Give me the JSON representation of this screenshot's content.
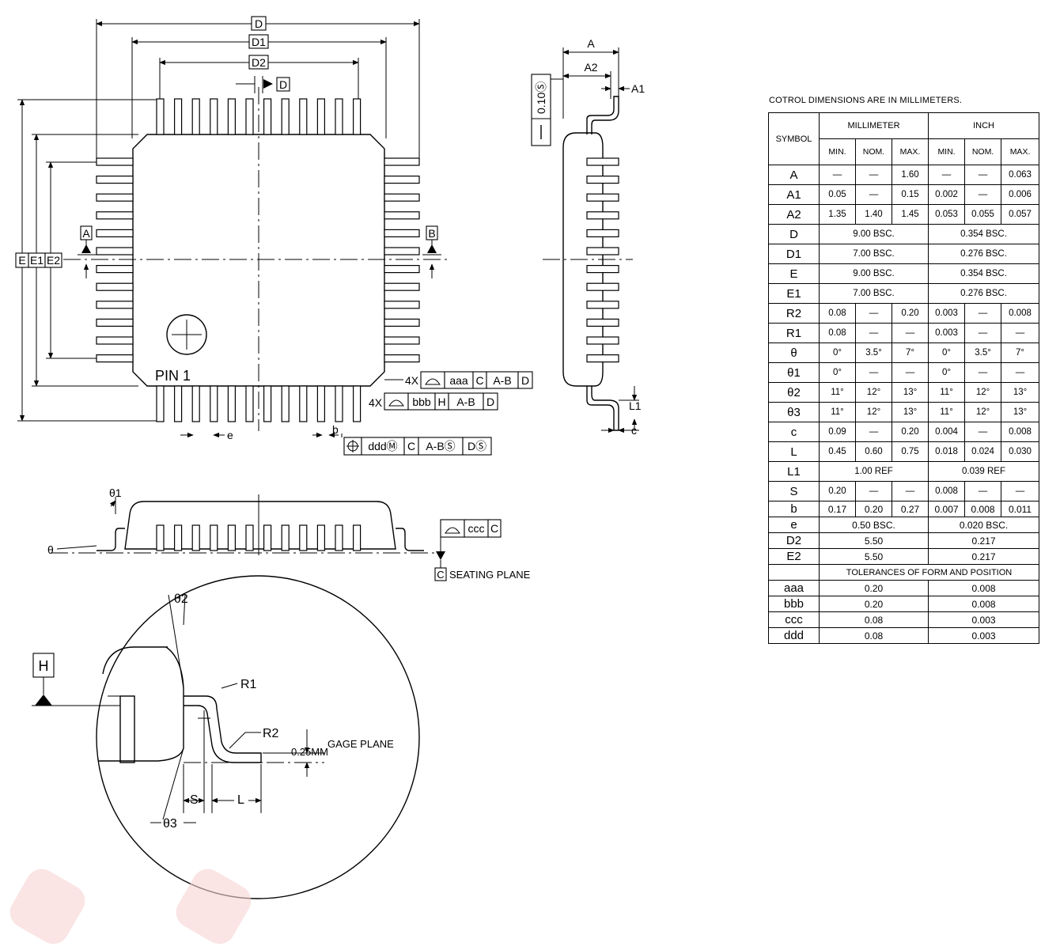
{
  "top_view": {
    "dim_D": "D",
    "dim_D1": "D1",
    "dim_D2": "D2",
    "datum_D": "D",
    "datum_A": "A",
    "datum_B": "B",
    "dim_E": "E",
    "dim_E1": "E1",
    "dim_E2": "E2",
    "pin1_label": "PIN 1",
    "lead_pitch_e": "e",
    "lead_width_b": "b",
    "fcf_aaa": {
      "count": "4X",
      "tol": "aaa",
      "datums": [
        "C",
        "A-B",
        "D"
      ]
    },
    "fcf_bbb": {
      "count": "4X",
      "tol": "bbb",
      "datums": [
        "H",
        "A-B",
        "D"
      ]
    },
    "fcf_ddd": {
      "tol": "dddⓂ",
      "datums": [
        "C",
        "A-BⓈ",
        "DⓈ"
      ]
    }
  },
  "side_view": {
    "dim_A": "A",
    "dim_A2": "A2",
    "dim_A1": "A1",
    "flatness": "0.10Ⓢ",
    "dim_L1": "L1",
    "dim_c": "c"
  },
  "front_view": {
    "theta1": "θ1",
    "theta": "θ",
    "fcf_ccc": {
      "tol": "ccc",
      "datum": "C"
    },
    "datum_C": "C",
    "seating_plane": "SEATING PLANE"
  },
  "detail": {
    "theta2": "θ2",
    "theta3": "θ3",
    "datum_H": "H",
    "r1": "R1",
    "r2": "R2",
    "gage_value": "0.25MM",
    "gage_plane": "GAGE PLANE",
    "dim_S": "S",
    "dim_L": "L"
  },
  "table": {
    "note": "COTROL DIMENSIONS ARE IN MILLIMETERS.",
    "symbol_header": "SYMBOL",
    "mm_header": "MILLIMETER",
    "inch_header": "INCH",
    "sub_headers": [
      "MIN.",
      "NOM.",
      "MAX.",
      "MIN.",
      "NOM.",
      "MAX."
    ],
    "rows": [
      {
        "sym": "A",
        "vals": [
          "—",
          "—",
          "1.60",
          "—",
          "—",
          "0.063"
        ]
      },
      {
        "sym": "A1",
        "vals": [
          "0.05",
          "—",
          "0.15",
          "0.002",
          "—",
          "0.006"
        ]
      },
      {
        "sym": "A2",
        "vals": [
          "1.35",
          "1.40",
          "1.45",
          "0.053",
          "0.055",
          "0.057"
        ]
      },
      {
        "sym": "D",
        "mm": "9.00 BSC.",
        "inch": "0.354 BSC."
      },
      {
        "sym": "D1",
        "mm": "7.00 BSC.",
        "inch": "0.276 BSC."
      },
      {
        "sym": "E",
        "mm": "9.00 BSC.",
        "inch": "0.354 BSC."
      },
      {
        "sym": "E1",
        "mm": "7.00 BSC.",
        "inch": "0.276 BSC."
      },
      {
        "sym": "R2",
        "vals": [
          "0.08",
          "—",
          "0.20",
          "0.003",
          "—",
          "0.008"
        ]
      },
      {
        "sym": "R1",
        "vals": [
          "0.08",
          "—",
          "—",
          "0.003",
          "—",
          "—"
        ]
      },
      {
        "sym": "θ",
        "vals": [
          "0°",
          "3.5°",
          "7°",
          "0°",
          "3.5°",
          "7°"
        ]
      },
      {
        "sym": "θ1",
        "vals": [
          "0°",
          "—",
          "—",
          "0°",
          "—",
          "—"
        ]
      },
      {
        "sym": "θ2",
        "vals": [
          "11°",
          "12°",
          "13°",
          "11°",
          "12°",
          "13°"
        ]
      },
      {
        "sym": "θ3",
        "vals": [
          "11°",
          "12°",
          "13°",
          "11°",
          "12°",
          "13°"
        ]
      },
      {
        "sym": "c",
        "vals": [
          "0.09",
          "—",
          "0.20",
          "0.004",
          "—",
          "0.008"
        ]
      },
      {
        "sym": "L",
        "vals": [
          "0.45",
          "0.60",
          "0.75",
          "0.018",
          "0.024",
          "0.030"
        ]
      },
      {
        "sym": "L1",
        "mm": "1.00 REF",
        "inch": "0.039 REF"
      },
      {
        "sym": "S",
        "vals": [
          "0.20",
          "—",
          "—",
          "0.008",
          "—",
          "—"
        ]
      },
      {
        "sym": "b",
        "small": true,
        "vals": [
          "0.17",
          "0.20",
          "0.27",
          "0.007",
          "0.008",
          "0.011"
        ]
      },
      {
        "sym": "e",
        "small": true,
        "mm": "0.50 BSC.",
        "inch": "0.020 BSC."
      },
      {
        "sym": "D2",
        "small": true,
        "mm": "5.50",
        "inch": "0.217"
      },
      {
        "sym": "E2",
        "small": true,
        "mm": "5.50",
        "inch": "0.217"
      }
    ],
    "tol_title": "TOLERANCES OF FORM AND POSITION",
    "tol_rows": [
      {
        "sym": "aaa",
        "mm": "0.20",
        "inch": "0.008"
      },
      {
        "sym": "bbb",
        "mm": "0.20",
        "inch": "0.008"
      },
      {
        "sym": "ccc",
        "mm": "0.08",
        "inch": "0.003"
      },
      {
        "sym": "ddd",
        "mm": "0.08",
        "inch": "0.003"
      }
    ]
  }
}
